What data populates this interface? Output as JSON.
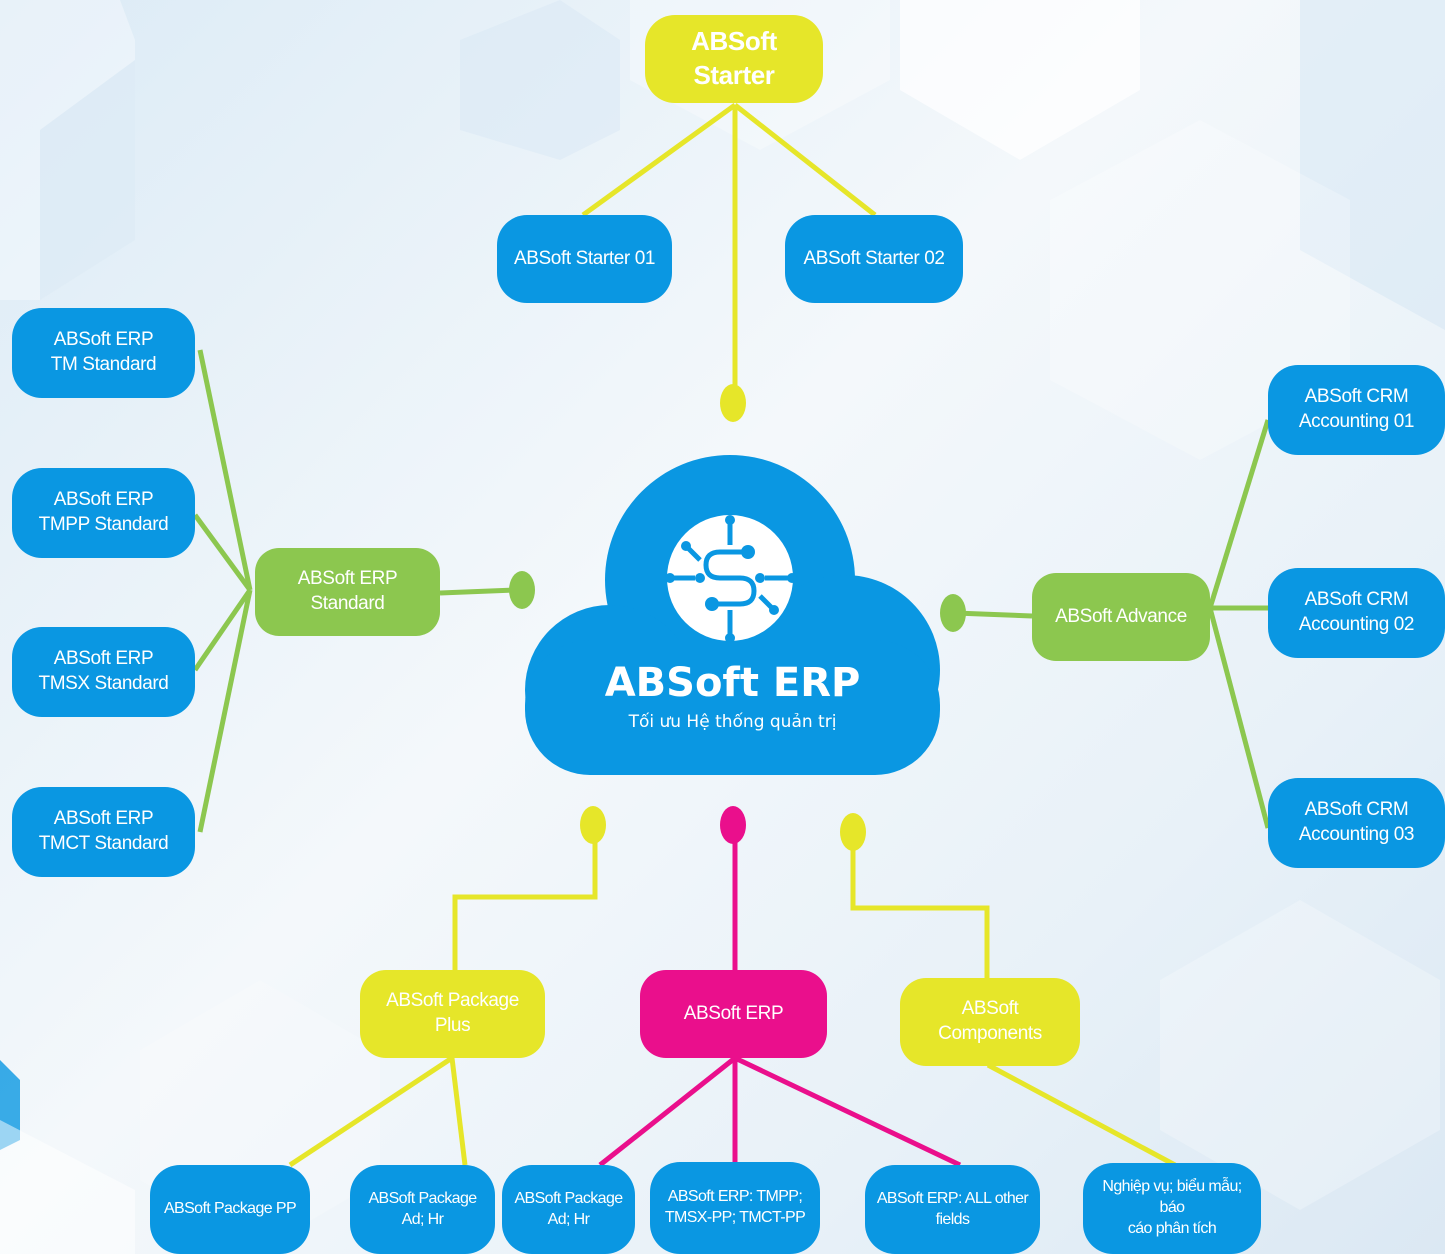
{
  "center": {
    "title": "ABSoft ERP",
    "subtitle": "Tối ưu Hệ thống quản trị"
  },
  "branches": {
    "starter": {
      "label": "ABSoft Starter",
      "children": [
        "ABSoft Starter 01",
        "ABSoft Starter 02"
      ]
    },
    "erp_standard": {
      "label": "ABSoft ERP Standard",
      "children": [
        [
          "ABSoft ERP",
          "TM Standard"
        ],
        [
          "ABSoft ERP",
          "TMPP Standard"
        ],
        [
          "ABSoft ERP",
          "TMSX Standard"
        ],
        [
          "ABSoft ERP",
          "TMCT Standard"
        ]
      ]
    },
    "advance": {
      "label": "ABSoft Advance",
      "children": [
        [
          "ABSoft CRM",
          "Accounting 01"
        ],
        [
          "ABSoft CRM",
          "Accounting 02"
        ],
        [
          "ABSoft CRM",
          "Accounting 03"
        ]
      ]
    },
    "package_plus": {
      "label": "ABSoft Package Plus",
      "children": [
        "ABSoft Package PP",
        "ABSoft Package Ad; Hr"
      ]
    },
    "erp": {
      "label": "ABSoft ERP",
      "children": [
        [
          "ABSoft Package Ad; Hr"
        ],
        [
          "ABSoft ERP: TMPP;",
          "TMSX-PP; TMCT-PP"
        ],
        [
          "ABSoft ERP: ALL other fields"
        ]
      ]
    },
    "components": {
      "label": "ABSoft Components",
      "children": [
        [
          "Nghiệp vụ; biểu mẫu; báo",
          "cáo phân tích"
        ]
      ]
    }
  },
  "colors": {
    "blue": "#0a97e2",
    "green": "#8cc74f",
    "yellow": "#e6e629",
    "pink": "#ea0f8c"
  }
}
